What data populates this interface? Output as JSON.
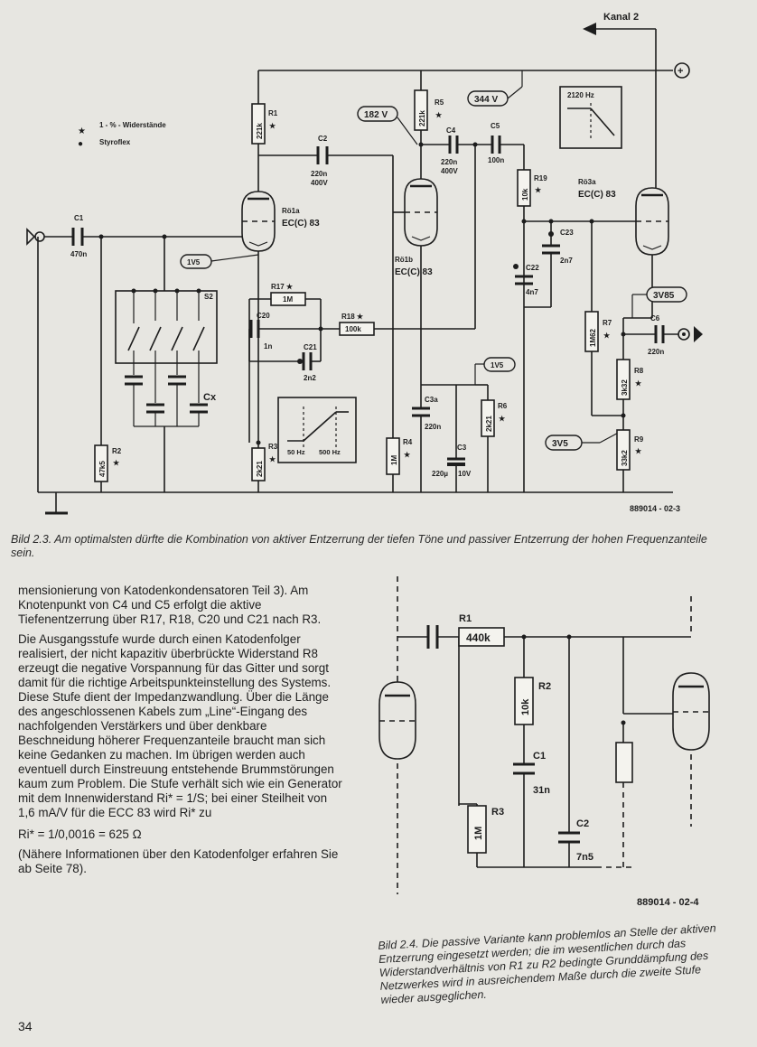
{
  "figure1": {
    "ref": "889014 - 02-3",
    "legend": [
      {
        "symbol": "★",
        "text": "1 - % - Widerstände"
      },
      {
        "symbol": "●",
        "text": "Styroflex"
      }
    ],
    "kanal": "Kanal 2",
    "voltages": {
      "v182": "182 V",
      "v344": "344 V",
      "v1v5a": "1V5",
      "v1v5b": "1V5",
      "v3v5": "3V5",
      "v3v85": "3V85"
    },
    "filter_hi": "2120 Hz",
    "filter_lo": [
      "50 Hz",
      "500 Hz"
    ],
    "tubes": {
      "r61a": [
        "Rö1a",
        "EC(C) 83"
      ],
      "r61b": [
        "Rö1b",
        "EC(C) 83"
      ],
      "r63a": [
        "Rö3a",
        "EC(C) 83"
      ]
    },
    "resistors": {
      "R1": {
        "name": "R1",
        "value": "221k",
        "star": "★"
      },
      "R2": {
        "name": "R2",
        "value": "47k5",
        "star": "★"
      },
      "R3": {
        "name": "R3",
        "value": "2k21",
        "star": "★"
      },
      "R4": {
        "name": "R4",
        "value": "1M",
        "star": "★"
      },
      "R5": {
        "name": "R5",
        "value": "221k",
        "star": "★"
      },
      "R6": {
        "name": "R6",
        "value": "2k21",
        "star": "★"
      },
      "R7": {
        "name": "R7",
        "value": "1M62",
        "star": "★"
      },
      "R8": {
        "name": "R8",
        "value": "3k32",
        "star": "★"
      },
      "R9": {
        "name": "R9",
        "value": "33k2",
        "star": "★"
      },
      "R17": {
        "name": "R17 ★",
        "value": "1M"
      },
      "R18": {
        "name": "R18 ★",
        "value": "100k"
      },
      "R19": {
        "name": "R19",
        "value": "10k",
        "star": "★"
      }
    },
    "capacitors": {
      "C1": [
        "C1",
        "470n"
      ],
      "C2": [
        "C2",
        "220n",
        "400V"
      ],
      "C4": [
        "C4",
        "220n",
        "400V"
      ],
      "C5": [
        "C5",
        "100n"
      ],
      "C6": [
        "C6",
        "220n"
      ],
      "C20": [
        "C20",
        "1n"
      ],
      "C21": [
        "C21",
        "2n2"
      ],
      "C22": [
        "C22",
        "4n7"
      ],
      "C23": [
        "C23",
        "2n7"
      ],
      "C3a": [
        "C3a",
        "220n"
      ],
      "C3": [
        "C3",
        "220µ",
        "10V"
      ],
      "Cx": "Cx",
      "S2": "S2"
    }
  },
  "caption1": "Bild 2.3. Am optimalsten dürfte die Kombination von aktiver Entzerrung der tiefen Töne und passiver Entzerrung der hohen Frequenzanteile sein.",
  "body": {
    "p1": "mensionierung von Katodenkondensatoren Teil 3). Am Knotenpunkt von C4 und C5 erfolgt die aktive Tiefenentzerrung über R17, R18, C20 und C21 nach R3.",
    "p2": "Die Ausgangsstufe wurde durch einen Katodenfolger realisiert, der nicht kapazitiv überbrückte Widerstand R8 erzeugt die negative Vorspannung für das Gitter und sorgt damit für die richtige Arbeitspunkteinstellung des Systems. Diese Stufe dient der Impedanzwandlung. Über die Länge des angeschlossenen Kabels zum „Line“-Eingang des nachfolgenden Verstärkers und über denkbare Beschneidung höherer Frequenzanteile braucht man sich keine Gedanken zu machen. Im übrigen werden auch eventuell durch Einstreuung entstehende Brummstörungen kaum zum Problem. Die Stufe verhält sich wie ein Generator mit dem Innenwiderstand Ri* = 1/S; bei einer Steilheit von 1,6 mA/V für die ECC 83 wird Ri* zu",
    "formula": "Ri* = 1/0,0016 = 625 Ω",
    "p3": "(Nähere Informationen über den Katodenfolger erfahren Sie ab Seite 78)."
  },
  "figure2": {
    "ref": "889014 - 02-4",
    "R1": [
      "R1",
      "440k"
    ],
    "R2": [
      "R2",
      "10k"
    ],
    "R3": [
      "R3",
      "1M"
    ],
    "C1": [
      "C1",
      "31n"
    ],
    "C2": [
      "C2",
      "7n5"
    ]
  },
  "caption2": "Bild 2.4. Die passive Variante kann problemlos an Stelle der aktiven Entzerrung eingesetzt werden; die im wesentlichen durch das Widerstandverhältnis von R1 zu R2 bedingte Grunddämpfung des Netzwerkes wird in ausreichendem Maße durch die zweite Stufe wieder ausgeglichen.",
  "page_number": "34"
}
